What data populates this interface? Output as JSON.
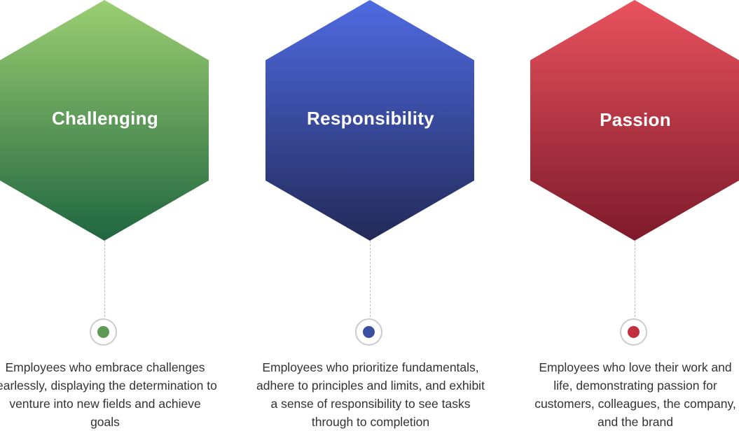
{
  "values": [
    {
      "title": "Challenging",
      "desc": "Employees who embrace challenges fearlessly, displaying the determination to venture into new fields and achieve goals",
      "top": "#9ccf72",
      "bottom": "#1f6640",
      "dot": "#5f9a55"
    },
    {
      "title": "Responsibility",
      "desc": "Employees who prioritize fundamentals, adhere to principles and limits, and exhibit a sense of responsibility to see tasks through to completion",
      "top": "#4f6ae2",
      "bottom": "#222a58",
      "dot": "#3a4fa2"
    },
    {
      "title": "Passion",
      "desc": "Employees who love their work and life, demonstrating passion for customers, colleagues, the company, and the brand",
      "top": "#e9525d",
      "bottom": "#7d1a2b",
      "dot": "#c0303f"
    }
  ]
}
